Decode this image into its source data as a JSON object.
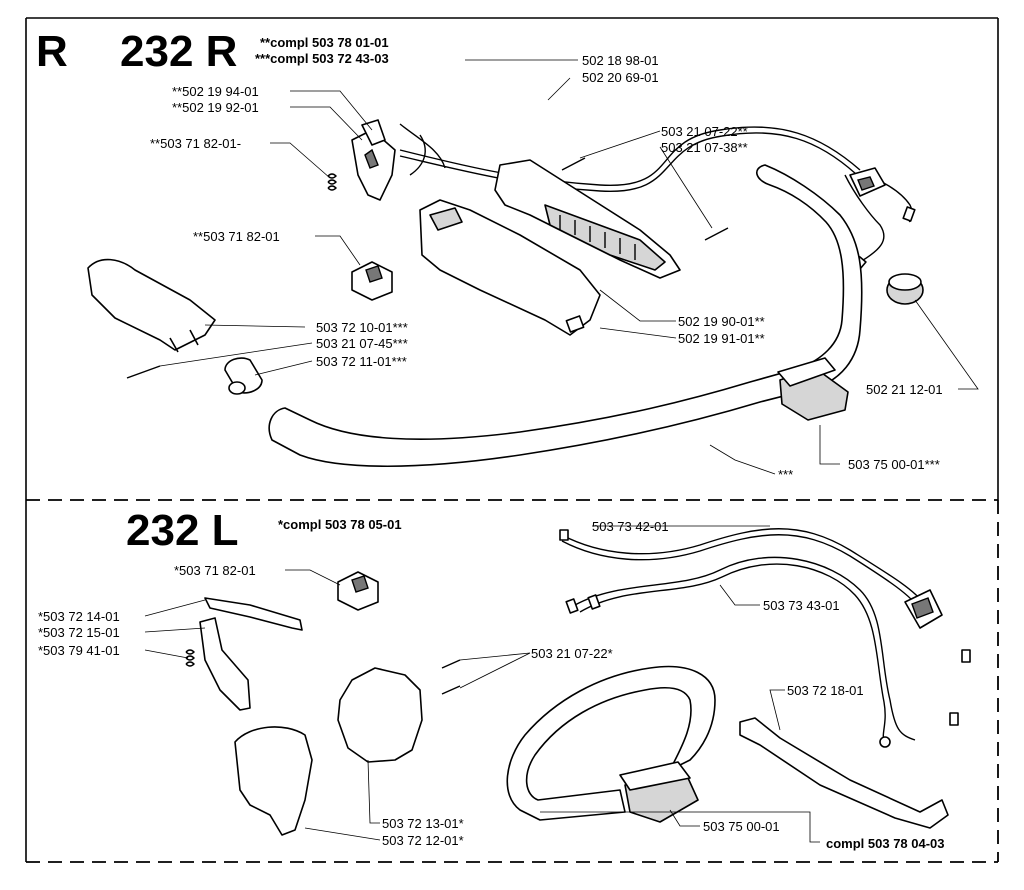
{
  "top_section": {
    "letter": "R",
    "model": "232 R",
    "kit_double": "**compl 503 78 01-01",
    "kit_triple": "***compl 503 72 43-03",
    "labels": {
      "p_502_18_98": "502 18 98-01",
      "p_502_20_69": "502 20 69-01",
      "p_502_19_94": "**502 19 94-01",
      "p_502_19_92": "**502 19 92-01",
      "p_503_71_82_top": "**503 71 82-01-",
      "p_503_21_07_22": "503 21 07-22**",
      "p_503_21_07_38": "503 21 07-38**",
      "p_503_71_82_switch": "**503 71 82-01",
      "p_503_72_10": "503 72 10-01***",
      "p_503_21_07_45": "503 21 07-45***",
      "p_503_72_11": "503 72 11-01***",
      "p_502_19_90": "502 19 90-01**",
      "p_502_19_91": "502 19 91-01**",
      "p_502_21_12": "502 21 12-01",
      "p_triple_star": "***",
      "p_503_75_00_top": "503 75 00-01***"
    }
  },
  "bottom_section": {
    "model": "232 L",
    "kit_single": "*compl 503 78 05-01",
    "labels": {
      "p_503_71_82_bottom": "*503 71 82-01",
      "p_503_73_42": "503 73 42-01",
      "p_503_73_43": "503 73 43-01",
      "p_503_72_14": "*503 72 14-01",
      "p_503_72_15": "*503 72 15-01",
      "p_503_79_41": "*503 79 41-01",
      "p_503_21_07_22_bottom": "503 21 07-22*",
      "p_503_72_18": "503 72 18-01",
      "p_503_72_13": "503 72 13-01*",
      "p_503_72_12": "503 72 12-01*",
      "p_503_75_00_bottom": "503 75 00-01",
      "p_compl_503_78_04": "compl 503 78 04-03"
    }
  }
}
